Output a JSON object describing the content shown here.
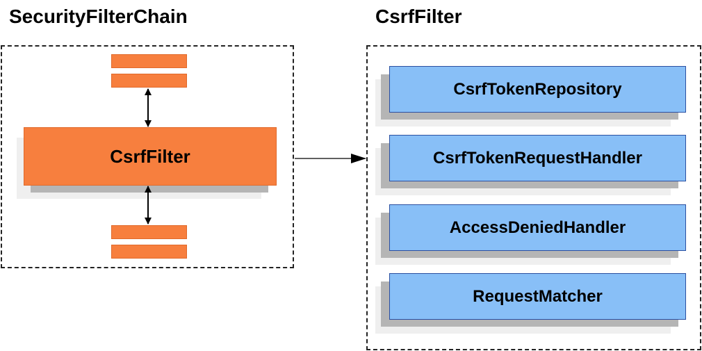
{
  "chain": {
    "title": "SecurityFilterChain",
    "filter_label": "CsrfFilter"
  },
  "detail": {
    "title": "CsrfFilter",
    "components": [
      {
        "label": "CsrfTokenRepository"
      },
      {
        "label": "CsrfTokenRequestHandler"
      },
      {
        "label": "AccessDeniedHandler"
      },
      {
        "label": "RequestMatcher"
      }
    ]
  },
  "colors": {
    "filter_fill": "#f77f3e",
    "component_fill": "#88bff7",
    "component_border": "#2b4fa0"
  }
}
